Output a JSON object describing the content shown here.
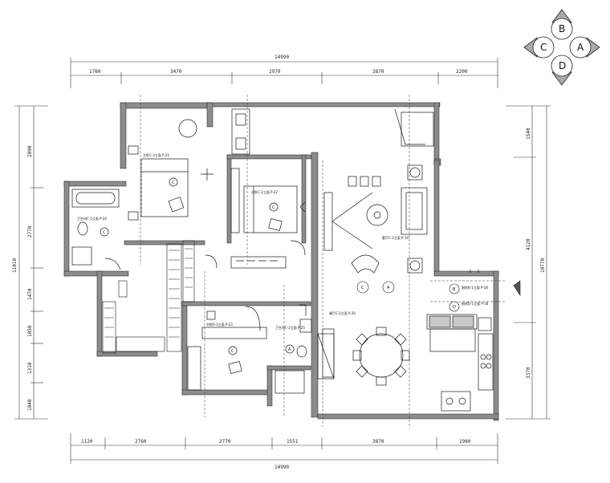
{
  "dimensions": {
    "top_overall": "14990",
    "top_segments": [
      "1760",
      "3470",
      "2970",
      "3870",
      "2200"
    ],
    "bottom_overall": "14990",
    "bottom_segments": [
      "1120",
      "2760",
      "2770",
      "1551",
      "3870",
      "1960"
    ],
    "left_overall": "11010",
    "left_segments": [
      "2090",
      "2770",
      "1470",
      "1050",
      "1310",
      "1040"
    ],
    "right_overall": "10770",
    "right_segments": [
      "1540",
      "4120",
      "3370"
    ]
  },
  "compass": {
    "top": "B",
    "left": "C",
    "right": "A",
    "bottom": "D"
  },
  "room_labels": {
    "master_bedroom": "主卧C-3立面 P-21",
    "second_bedroom": "次卧C-1立面 P-22",
    "living_room": "客厅C-2立面 P-19",
    "dining_room": "餐厅C-2立面 P-20",
    "study": "书房A-3立面 P-23",
    "bathroom_left": "卫生间C-1立面 P-24",
    "bathroom_center": "卫生间C-2立面 P-25",
    "kitchen_b": "厨房B-1立面 P-18",
    "kitchen_d": "厨房D-1立面 P-18"
  },
  "markers": {
    "c": "C",
    "a": "A",
    "b": "B",
    "d": "D"
  },
  "colors": {
    "wall": "#8c8c8c",
    "line": "#1a1a1a",
    "dim": "#333333"
  }
}
